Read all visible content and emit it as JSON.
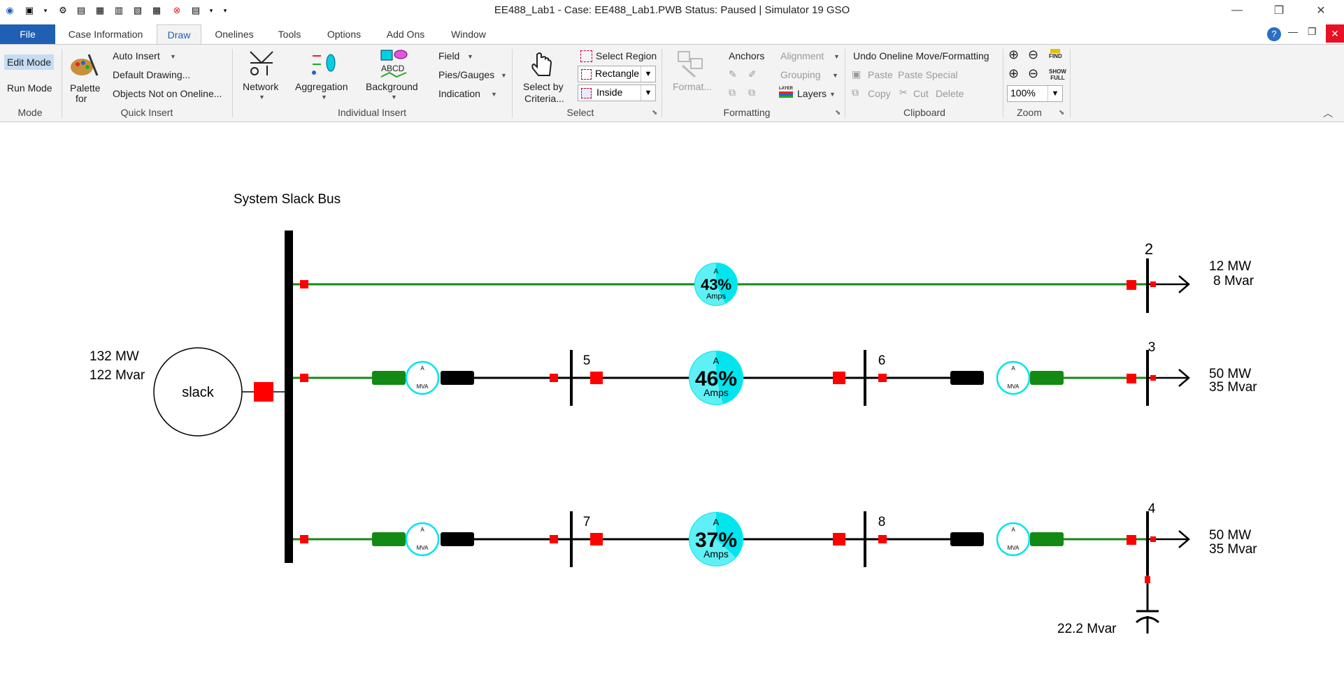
{
  "window": {
    "title": "EE488_Lab1 - Case: EE488_Lab1.PWB  Status: Paused | Simulator 19 GSO",
    "minimize": "—",
    "restore": "❐",
    "close": "✕"
  },
  "menu": {
    "tabs": [
      "File",
      "Case Information",
      "Draw",
      "Onelines",
      "Tools",
      "Options",
      "Add Ons",
      "Window"
    ],
    "active": "Draw",
    "file_color": "#1f5fb4"
  },
  "ribbon": {
    "mode": {
      "edit_mode": "Edit Mode",
      "run_mode": "Run Mode",
      "label": "Mode"
    },
    "quick_insert": {
      "palette": "Palette",
      "palette_for": "for",
      "auto_insert": "Auto Insert",
      "default_drawing": "Default Drawing...",
      "objects_not_on_oneline": "Objects Not on Oneline...",
      "label": "Quick Insert"
    },
    "individual_insert": {
      "network": "Network",
      "aggregation": "Aggregation",
      "background": "Background",
      "background_icon_text": "ABCD",
      "field": "Field",
      "pies_gauges": "Pies/Gauges",
      "indication": "Indication",
      "label": "Individual Insert"
    },
    "select": {
      "select_by": "Select by",
      "criteria": "Criteria...",
      "select_region": "Select Region",
      "rectangle": "Rectangle",
      "inside": "Inside",
      "label": "Select"
    },
    "formatting": {
      "format": "Format...",
      "anchors": "Anchors",
      "alignment": "Alignment",
      "grouping": "Grouping",
      "layers": "Layers",
      "layers_icon_text": "LAYER",
      "label": "Formatting"
    },
    "clipboard": {
      "undo": "Undo Oneline Move/Formatting",
      "paste": "Paste",
      "paste_special": "Paste Special",
      "copy": "Copy",
      "cut": "Cut",
      "delete": "Delete",
      "label": "Clipboard"
    },
    "zoom": {
      "zoom_level": "100%",
      "find": "FIND",
      "show_full_1": "SHOW",
      "show_full_2": "FULL",
      "label": "Zoom"
    }
  },
  "oneline": {
    "slack_bus_title": "System Slack Bus",
    "generator": {
      "label": "slack",
      "mw": "132 MW",
      "mvar": "122 Mvar"
    },
    "buses": [
      "2",
      "3",
      "4",
      "5",
      "6",
      "7",
      "8"
    ],
    "loads": [
      {
        "bus": "2",
        "mw": "12 MW",
        "mvar": "8 Mvar"
      },
      {
        "bus": "3",
        "mw": "50 MW",
        "mvar": "35 Mvar"
      },
      {
        "bus": "4",
        "mw": "50 MW",
        "mvar": "35 Mvar"
      }
    ],
    "flows": [
      {
        "line": "1-2",
        "percent": 43,
        "text": "43%",
        "unit": "Amps",
        "top": "A"
      },
      {
        "line": "5-6",
        "percent": 46,
        "text": "46%",
        "unit": "Amps",
        "top": "A"
      },
      {
        "line": "7-8",
        "percent": 37,
        "text": "37%",
        "unit": "Amps",
        "top": "A"
      }
    ],
    "xfmr_pie": {
      "top": "A",
      "unit": "MVA"
    },
    "shunt": {
      "mvar": "22.2 Mvar"
    },
    "colors": {
      "line_green": "#138a13",
      "breaker_red": "#ff0000",
      "pie_cyan": "#00e5ee",
      "bus_black": "#000000"
    }
  }
}
